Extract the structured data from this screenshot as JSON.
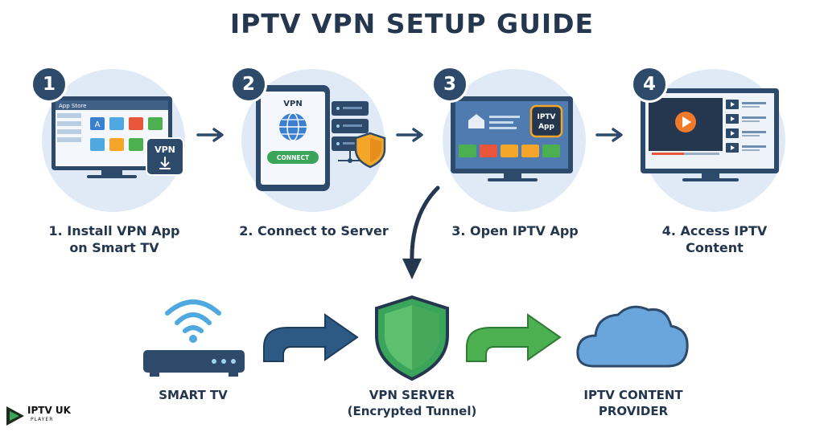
{
  "title": "IPTV VPN SETUP GUIDE",
  "steps": [
    {
      "number": "1",
      "label_line1": "1. Install VPN App",
      "label_line2": "on Smart TV",
      "screen_header": "App Store",
      "badge_text": "VPN"
    },
    {
      "number": "2",
      "label_line1": "2. Connect to Server",
      "label_line2": "",
      "screen_title": "VPN",
      "button_text": "CONNECT"
    },
    {
      "number": "3",
      "label_line1": "3. Open IPTV App",
      "label_line2": "",
      "app_tile_line1": "IPTV",
      "app_tile_line2": "App"
    },
    {
      "number": "4",
      "label_line1": "4. Access IPTV",
      "label_line2": "Content"
    }
  ],
  "flow": [
    {
      "label_line1": "SMART TV",
      "label_line2": ""
    },
    {
      "label_line1": "VPN SERVER",
      "label_line2": "(Encrypted Tunnel)"
    },
    {
      "label_line1": "IPTV CONTENT",
      "label_line2": "PROVIDER"
    }
  ],
  "logo": {
    "text": "IPTV UK",
    "subtext": "PLAYER"
  },
  "colors": {
    "navy": "#2d4a6b",
    "circle": "#dfeaf6",
    "shield_green": "#3aa45a",
    "cloud_blue": "#6aa6db",
    "arrow_green": "#4caf50"
  }
}
